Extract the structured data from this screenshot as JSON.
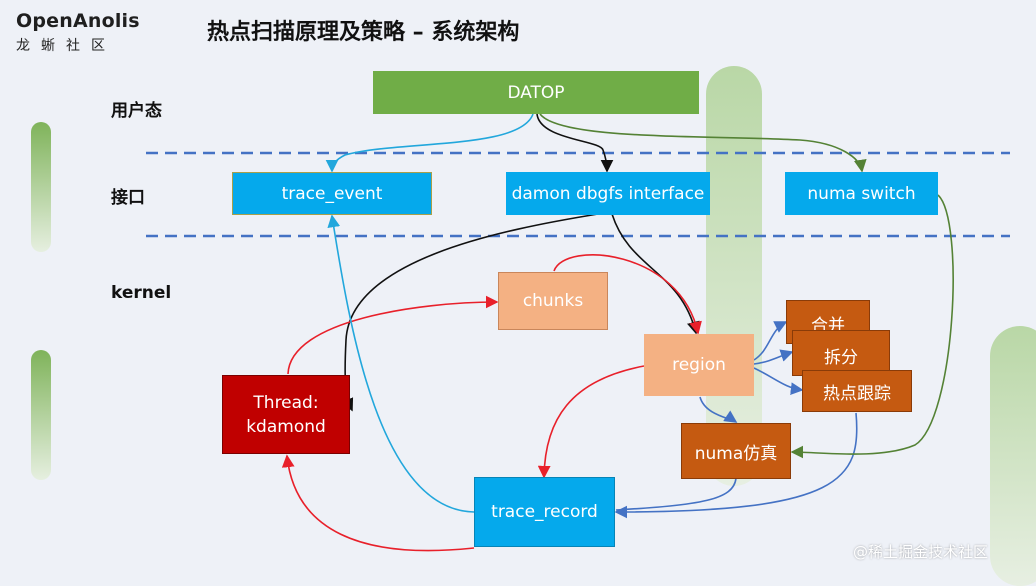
{
  "logo": {
    "name": "OpenAnolis",
    "subtitle": "龙蜥社区"
  },
  "title": "热点扫描原理及策略 – 系统架构",
  "layers": {
    "user": "用户态",
    "interface": "接口",
    "kernel": "kernel"
  },
  "nodes": {
    "datop": "DATOP",
    "trace_event": "trace_event",
    "damon": "damon  dbgfs interface",
    "numa_switch": "numa switch",
    "chunks": "chunks",
    "region": "region",
    "thread_line1": "Thread:",
    "thread_line2": "kdamond",
    "merge": "合并",
    "split": "拆分",
    "hot_track": "热点跟踪",
    "numa_sim": "numa仿真",
    "trace_record": "trace_record"
  },
  "watermark": "@稀土掘金技术社区",
  "colors": {
    "green": "#70ad47",
    "blue": "#05a9ec",
    "orange": "#f4b183",
    "red": "#c00000",
    "brown": "#c55a11",
    "dash": "#4472c4",
    "arrow_red": "#e8202a",
    "arrow_blue": "#4472c4",
    "arrow_green": "#548235",
    "arrow_cyan": "#22a7dc"
  }
}
